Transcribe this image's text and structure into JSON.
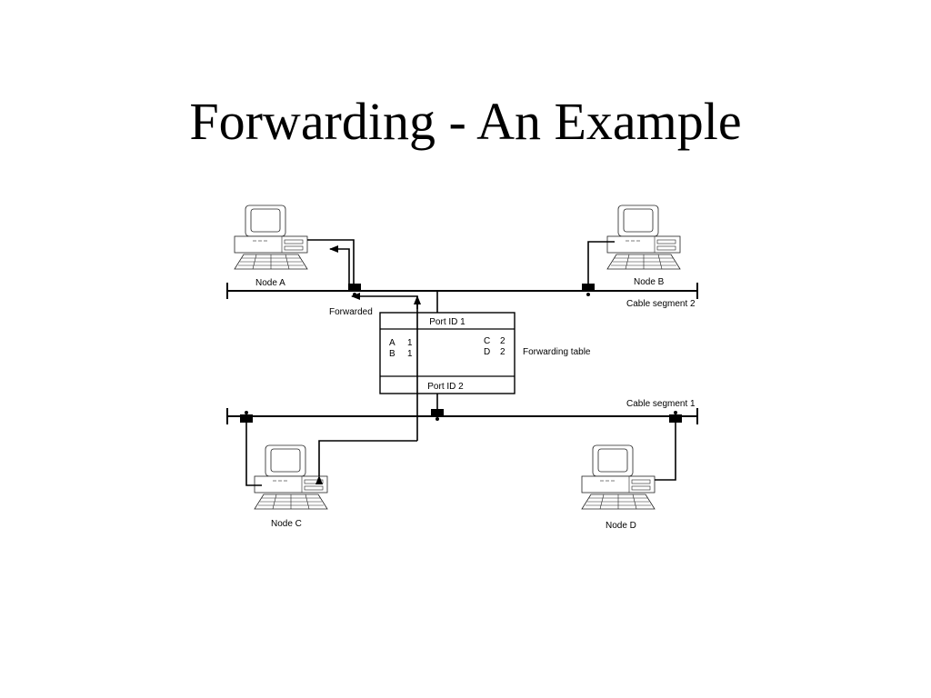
{
  "title": "Forwarding - An Example",
  "labels": {
    "node_a": "Node A",
    "node_b": "Node B",
    "node_c": "Node C",
    "node_d": "Node D",
    "cable_segment_1": "Cable segment 1",
    "cable_segment_2": "Cable segment 2",
    "forwarded": "Forwarded",
    "forwarding_table": "Forwarding table",
    "port_id_1": "Port ID 1",
    "port_id_2": "Port ID 2"
  },
  "table": {
    "port1_entries": [
      {
        "node": "A",
        "port": "1"
      },
      {
        "node": "B",
        "port": "1"
      }
    ],
    "port2_entries": [
      {
        "node": "C",
        "port": "2"
      },
      {
        "node": "D",
        "port": "2"
      }
    ]
  }
}
